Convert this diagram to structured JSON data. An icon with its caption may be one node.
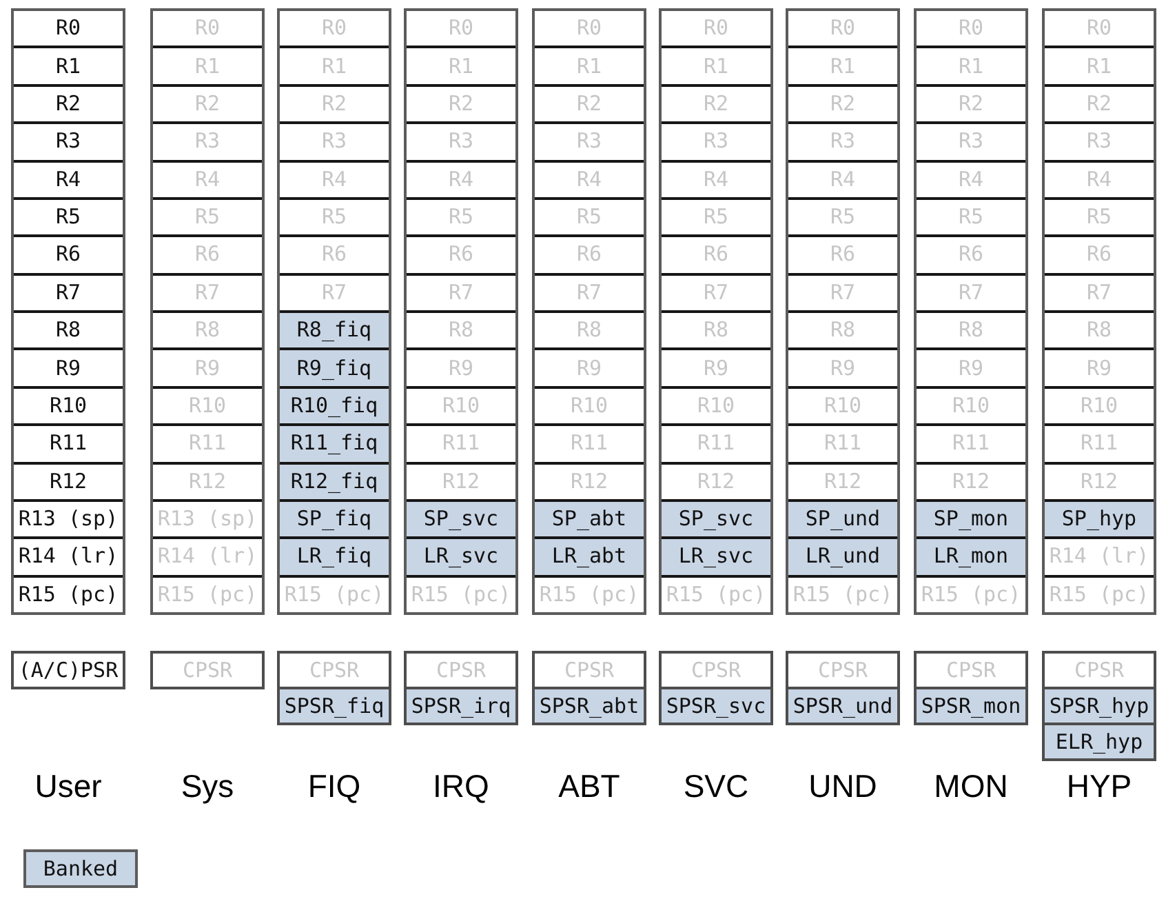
{
  "diagram": {
    "nodes": [
      {
        "text": [],
        "shape": "box"
      },
      {
        "text": [
          "R0"
        ],
        "in": 0
      },
      {
        "text": [
          "R1"
        ],
        "in": 0
      },
      {
        "text": [
          "R2"
        ],
        "in": 0
      },
      {
        "text": [
          "R3"
        ],
        "in": 0
      },
      {
        "text": [
          "R4"
        ],
        "in": 0
      },
      {
        "text": [
          "R5"
        ],
        "in": 0
      },
      {
        "text": [
          "R6"
        ],
        "in": 0
      },
      {
        "text": [
          "R7"
        ],
        "in": 0
      },
      {
        "text": [
          "R8"
        ],
        "in": 0
      },
      {
        "text": [
          "R9"
        ],
        "in": 0
      },
      {
        "text": [
          "R10"
        ],
        "in": 0
      },
      {
        "text": [
          "R11"
        ],
        "in": 0
      },
      {
        "text": [
          "R12"
        ],
        "in": 0
      },
      {
        "text": [
          "R13 (sp)"
        ],
        "in": 0
      },
      {
        "text": [
          "R14 (lr)"
        ],
        "in": 0
      },
      {
        "text": [
          "R15 (pc)"
        ],
        "in": 0
      },
      {
        "text": [],
        "shape": "box"
      },
      {
        "text": [
          "R0"
        ],
        "in": 17
      },
      {
        "text": [
          "R1"
        ],
        "in": 17
      },
      {
        "text": [
          "R2"
        ],
        "in": 17
      },
      {
        "text": [
          "R3"
        ],
        "in": 17
      },
      {
        "text": [
          "R4"
        ],
        "in": 17
      },
      {
        "text": [
          "R5"
        ],
        "in": 17
      },
      {
        "text": [
          "R6"
        ],
        "in": 17
      },
      {
        "text": [
          "R7"
        ],
        "in": 17
      },
      {
        "text": [
          "R8"
        ],
        "in": 17
      },
      {
        "text": [
          "R9"
        ],
        "in": 17
      },
      {
        "text": [
          "R10"
        ],
        "in": 17
      },
      {
        "text": [
          "R11"
        ],
        "in": 17
      },
      {
        "text": [
          "R12"
        ],
        "in": 17
      },
      {
        "text": [
          "R13 (sp)"
        ],
        "in": 17
      },
      {
        "text": [
          "R14 (lr)"
        ],
        "in": 17
      },
      {
        "text": [
          "R15 (pc)"
        ],
        "in": 17
      },
      {
        "text": [],
        "shape": "box"
      },
      {
        "text": [
          "R0"
        ],
        "in": 34
      },
      {
        "text": [
          "R1"
        ],
        "in": 34
      },
      {
        "text": [
          "R2"
        ],
        "in": 34
      },
      {
        "text": [
          "R3"
        ],
        "in": 34
      },
      {
        "text": [
          "R4"
        ],
        "in": 34
      },
      {
        "text": [
          "R5"
        ],
        "in": 34
      },
      {
        "text": [
          "R6"
        ],
        "in": 34
      },
      {
        "text": [
          "R7"
        ],
        "in": 34
      },
      {
        "text": [
          "R8_fiq"
        ],
        "in": 34
      },
      {
        "text": [
          "R9_fiq"
        ],
        "in": 34
      },
      {
        "text": [
          "R10_fiq"
        ],
        "in": 34
      },
      {
        "text": [
          "R11_fiq"
        ],
        "in": 34
      },
      {
        "text": [
          "R12_fiq"
        ],
        "in": 34
      },
      {
        "text": [
          "SP_fiq"
        ],
        "in": 34
      },
      {
        "text": [
          "LR_fiq"
        ],
        "in": 34
      },
      {
        "text": [
          "R15 (pc)"
        ],
        "in": 34
      },
      {
        "text": [],
        "shape": "box"
      },
      {
        "text": [
          "R0"
        ],
        "in": 51
      },
      {
        "text": [
          "R1"
        ],
        "in": 51
      },
      {
        "text": [
          "R2"
        ],
        "in": 51
      },
      {
        "text": [
          "R3"
        ],
        "in": 51
      },
      {
        "text": [
          "R4"
        ],
        "in": 51
      },
      {
        "text": [
          "R5"
        ],
        "in": 51
      },
      {
        "text": [
          "R6"
        ],
        "in": 51
      },
      {
        "text": [
          "R7"
        ],
        "in": 51
      },
      {
        "text": [
          "R8"
        ],
        "in": 51
      },
      {
        "text": [
          "R9"
        ],
        "in": 51
      },
      {
        "text": [
          "R10"
        ],
        "in": 51
      },
      {
        "text": [
          "R11"
        ],
        "in": 51
      },
      {
        "text": [
          "R12"
        ],
        "in": 51
      },
      {
        "text": [
          "SP_svc"
        ],
        "in": 51
      },
      {
        "text": [
          "LR_svc"
        ],
        "in": 51
      },
      {
        "text": [
          "R15 (pc)"
        ],
        "in": 51
      },
      {
        "text": [],
        "shape": "box"
      },
      {
        "text": [
          "R0"
        ],
        "in": 68
      },
      {
        "text": [
          "R1"
        ],
        "in": 68
      },
      {
        "text": [
          "R2"
        ],
        "in": 68
      },
      {
        "text": [
          "R3"
        ],
        "in": 68
      },
      {
        "text": [
          "R4"
        ],
        "in": 68
      },
      {
        "text": [
          "R5"
        ],
        "in": 68
      },
      {
        "text": [
          "R6"
        ],
        "in": 68
      },
      {
        "text": [
          "R7"
        ],
        "in": 68
      },
      {
        "text": [
          "R8"
        ],
        "in": 68
      },
      {
        "text": [
          "R9"
        ],
        "in": 68
      },
      {
        "text": [
          "R10"
        ],
        "in": 68
      },
      {
        "text": [
          "R11"
        ],
        "in": 68
      },
      {
        "text": [
          "R12"
        ],
        "in": 68
      },
      {
        "text": [
          "SP_abt"
        ],
        "in": 68
      },
      {
        "text": [
          "LR_abt"
        ],
        "in": 68
      },
      {
        "text": [
          "R15 (pc)"
        ],
        "in": 68
      },
      {
        "text": [],
        "shape": "box"
      },
      {
        "text": [
          "R0"
        ],
        "in": 85
      },
      {
        "text": [
          "R1"
        ],
        "in": 85
      },
      {
        "text": [
          "R2"
        ],
        "in": 85
      },
      {
        "text": [
          "R3"
        ],
        "in": 85
      },
      {
        "text": [
          "R4"
        ],
        "in": 85
      },
      {
        "text": [
          "R5"
        ],
        "in": 85
      },
      {
        "text": [
          "R6"
        ],
        "in": 85
      },
      {
        "text": [
          "R7"
        ],
        "in": 85
      },
      {
        "text": [
          "R8"
        ],
        "in": 85
      },
      {
        "text": [
          "R9"
        ],
        "in": 85
      },
      {
        "text": [
          "R10"
        ],
        "in": 85
      },
      {
        "text": [
          "R11"
        ],
        "in": 85
      },
      {
        "text": [
          "R12"
        ],
        "in": 85
      },
      {
        "text": [
          "SP_svc"
        ],
        "in": 85
      },
      {
        "text": [
          "LR_svc"
        ],
        "in": 85
      },
      {
        "text": [
          "R15 (pc)"
        ],
        "in": 85
      },
      {
        "text": [],
        "shape": "box"
      },
      {
        "text": [
          "R0"
        ],
        "in": 102
      },
      {
        "text": [
          "R1"
        ],
        "in": 102
      },
      {
        "text": [
          "R2"
        ],
        "in": 102
      },
      {
        "text": [
          "R3"
        ],
        "in": 102
      },
      {
        "text": [
          "R4"
        ],
        "in": 102
      },
      {
        "text": [
          "R5"
        ],
        "in": 102
      },
      {
        "text": [
          "R6"
        ],
        "in": 102
      },
      {
        "text": [
          "R7"
        ],
        "in": 102
      },
      {
        "text": [
          "R8"
        ],
        "in": 102
      },
      {
        "text": [
          "R9"
        ],
        "in": 102
      },
      {
        "text": [
          "R10"
        ],
        "in": 102
      },
      {
        "text": [
          "R11"
        ],
        "in": 102
      },
      {
        "text": [
          "R12"
        ],
        "in": 102
      },
      {
        "text": [
          "SP_und"
        ],
        "in": 102
      },
      {
        "text": [
          "LR_und"
        ],
        "in": 102
      },
      {
        "text": [
          "R15 (pc)"
        ],
        "in": 102
      },
      {
        "text": [],
        "shape": "box"
      },
      {
        "text": [
          "R0"
        ],
        "in": 119
      },
      {
        "text": [
          "R1"
        ],
        "in": 119
      },
      {
        "text": [
          "R2"
        ],
        "in": 119
      },
      {
        "text": [
          "R3"
        ],
        "in": 119
      },
      {
        "text": [
          "R4"
        ],
        "in": 119
      },
      {
        "text": [
          "R5"
        ],
        "in": 119
      },
      {
        "text": [
          "R6"
        ],
        "in": 119
      },
      {
        "text": [
          "R7"
        ],
        "in": 119
      },
      {
        "text": [
          "R8"
        ],
        "in": 119
      },
      {
        "text": [
          "R9"
        ],
        "in": 119
      },
      {
        "text": [
          "R10"
        ],
        "in": 119
      },
      {
        "text": [
          "R11"
        ],
        "in": 119
      },
      {
        "text": [
          "R12"
        ],
        "in": 119
      },
      {
        "text": [
          "SP_mon"
        ],
        "in": 119
      },
      {
        "text": [
          "LR_mon"
        ],
        "in": 119
      },
      {
        "text": [
          "R15 (pc)"
        ],
        "in": 119
      },
      {
        "text": [],
        "shape": "box"
      },
      {
        "text": [
          "R0"
        ],
        "in": 136
      },
      {
        "text": [
          "R1"
        ],
        "in": 136
      },
      {
        "text": [
          "R2"
        ],
        "in": 136
      },
      {
        "text": [
          "R3"
        ],
        "in": 136
      },
      {
        "text": [
          "R4"
        ],
        "in": 136
      },
      {
        "text": [
          "R5"
        ],
        "in": 136
      },
      {
        "text": [
          "R6"
        ],
        "in": 136
      },
      {
        "text": [
          "R7"
        ],
        "in": 136
      },
      {
        "text": [
          "R8"
        ],
        "in": 136
      },
      {
        "text": [
          "R9"
        ],
        "in": 136
      },
      {
        "text": [
          "R10"
        ],
        "in": 136
      },
      {
        "text": [
          "R11"
        ],
        "in": 136
      },
      {
        "text": [
          "R12"
        ],
        "in": 136
      },
      {
        "text": [
          "SP_hyp"
        ],
        "in": 136
      },
      {
        "text": [
          "R14 (lr)"
        ],
        "in": 136
      },
      {
        "text": [
          "R15 (pc)"
        ],
        "in": 136
      },
      {
        "text": [
          "(A/C)PSR"
        ]
      },
      {
        "text": [
          "CPSR"
        ]
      },
      {
        "text": [
          "CPSR"
        ]
      },
      {
        "text": [
          "SPSR_fiq"
        ]
      },
      {
        "text": [
          "CPSR"
        ]
      },
      {
        "text": [
          "SPSR_irq"
        ]
      },
      {
        "text": [
          "CPSR"
        ]
      },
      {
        "text": [
          "SPSR_abt"
        ]
      },
      {
        "text": [
          "CPSR"
        ]
      },
      {
        "text": [
          "SPSR_svc"
        ]
      },
      {
        "text": [
          "CPSR"
        ]
      },
      {
        "text": [
          "SPSR_und"
        ]
      },
      {
        "text": [
          "CPSR"
        ]
      },
      {
        "text": [
          "SPSR_mon"
        ]
      },
      {
        "text": [
          "CPSR"
        ]
      },
      {
        "text": [
          "SPSR_hyp"
        ]
      },
      {
        "text": [
          "ELR_hyp"
        ]
      }
    ],
    "labels": [
      "User",
      "Sys",
      "FIQ",
      "IRQ",
      "ABT",
      "SVC",
      "UND",
      "MON",
      "HYP"
    ],
    "legend": [
      {
        "text": "Banked",
        "color": "#c8d5e5"
      }
    ]
  }
}
